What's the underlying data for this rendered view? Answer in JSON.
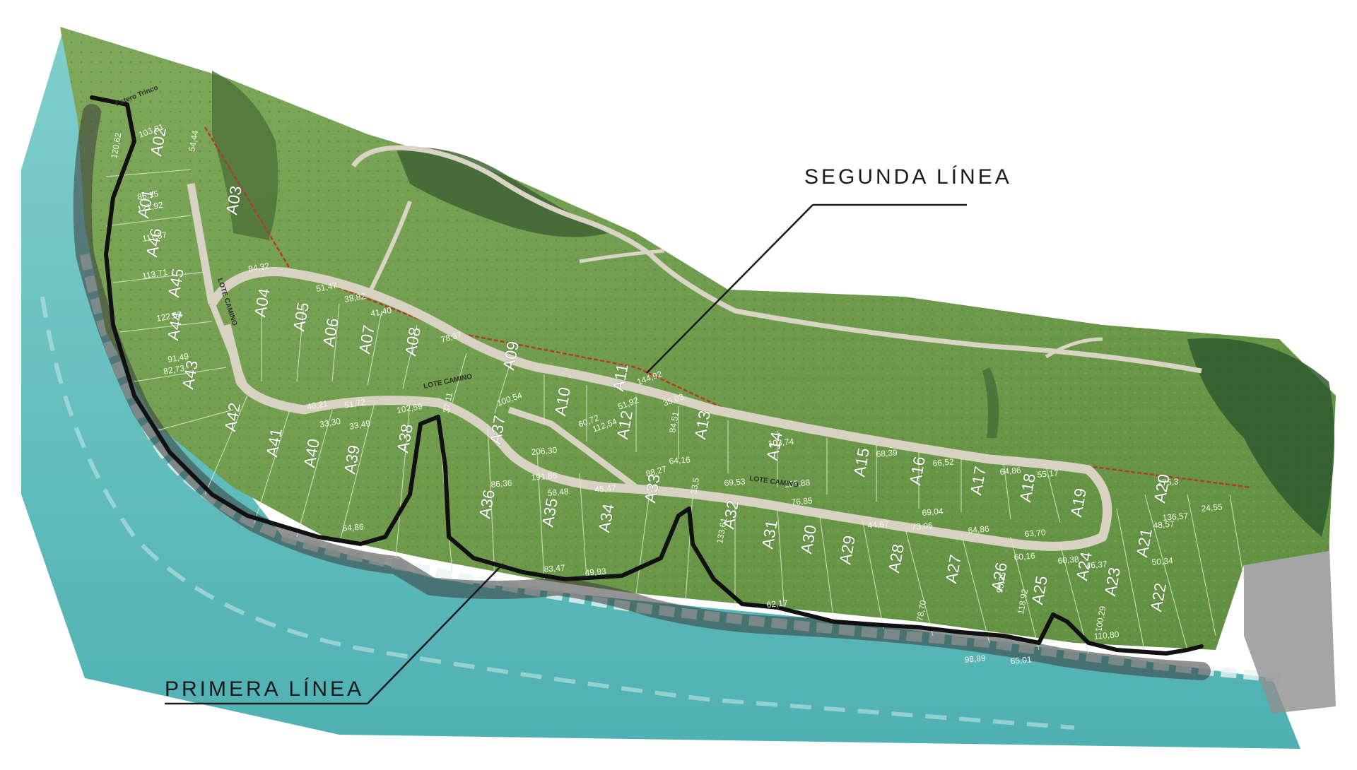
{
  "callouts": {
    "segunda": "SEGUNDA LÍNEA",
    "primera": "PRIMERA LÍNEA"
  },
  "places": {
    "estero": "Estero Trinco",
    "lote_camino": "LOTE CAMINO"
  },
  "lots": [
    "A01",
    "A02",
    "A03",
    "A04",
    "A05",
    "A06",
    "A07",
    "A08",
    "A09",
    "A10",
    "A11",
    "A12",
    "A13",
    "A14",
    "A15",
    "A16",
    "A17",
    "A18",
    "A19",
    "A20",
    "A21",
    "A22",
    "A23",
    "A24",
    "A25",
    "A26",
    "A27",
    "A28",
    "A29",
    "A30",
    "A31",
    "A32",
    "A33",
    "A34",
    "A35",
    "A36",
    "A37",
    "A38",
    "A39",
    "A40",
    "A41",
    "A42",
    "A43",
    "A44",
    "A45",
    "A46"
  ],
  "measurements": {
    "m1": "103,81",
    "m2": "120,62",
    "m3": "54,44",
    "m4": "86,15",
    "m5": "121,92",
    "m6": "111,67",
    "m7": "113,71",
    "m8": "84,32",
    "m9": "51,47",
    "m10": "38,82",
    "m11": "41,40",
    "m12": "78,37",
    "m13": "122,53",
    "m14": "91,49",
    "m15": "82,73",
    "m16": "40,21",
    "m17": "51,72",
    "m18": "33,30",
    "m19": "33,49",
    "m20": "102,59",
    "m21": "64,86",
    "m22": "206,30",
    "m23": "191,86",
    "m24": "86,36",
    "m25": "58,48",
    "m26": "45,47",
    "m27": "88,27",
    "m28": "100,54",
    "m29": "60,72",
    "m30": "112,54",
    "m31": "51,92",
    "m32": "35,03",
    "m33": "144,92",
    "m34": "84,51",
    "m35": "64,16",
    "m36": "69,53",
    "m37": "103,74",
    "m38": "68,39",
    "m39": "66,52",
    "m40": "64,86",
    "m41": "55,17",
    "m42": "105,88",
    "m43": "76,85",
    "m44": "44,67",
    "m45": "73,06",
    "m46": "69,04",
    "m47": "64,86",
    "m48": "63,70",
    "m49": "175,3",
    "m50": "24,55",
    "m51": "136,57",
    "m52": "48,57",
    "m53": "50,34",
    "m54": "62,17",
    "m55": "49,93",
    "m56": "83,47",
    "m57": "98,89",
    "m58": "65,01",
    "m59": "110,80",
    "m60": "60,16",
    "m61": "60,38",
    "m62": "46,37",
    "m63": "95,35",
    "m64": "118,92",
    "m65": "133,61",
    "m66": "37,11",
    "m67": "33,5",
    "m68": "100,29",
    "m69": "78,70"
  },
  "colors": {
    "ocean": "#5fbfbe",
    "ocean_dark": "#3f9ea3",
    "land": "#7c9a57",
    "field": "#6f9e4a",
    "forest": "#3f6335",
    "rock": "#3b3b3b",
    "road": "#d8d2c2",
    "lot_line": "#dde4cc",
    "boundary": "#111111",
    "property_edge": "#b23a2c"
  }
}
